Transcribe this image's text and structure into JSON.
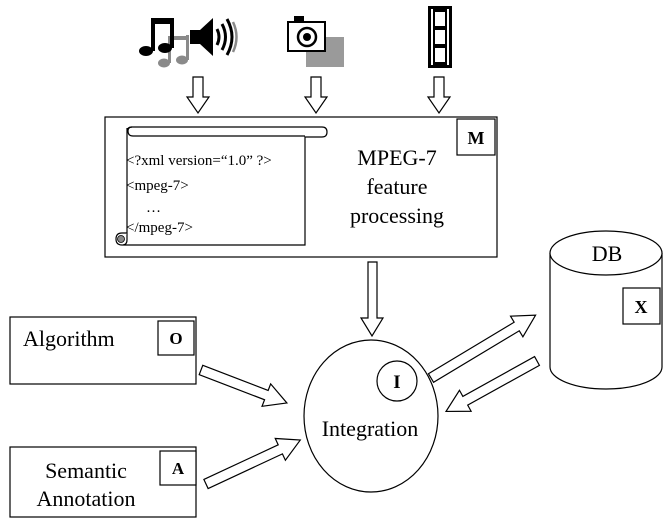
{
  "media_icons": [
    "music-audio-icon",
    "camera-icon",
    "film-strip-icon"
  ],
  "mpeg7_box": {
    "title_line1": "MPEG-7",
    "title_line2": "feature",
    "title_line3": "processing",
    "badge": "M",
    "scroll_lines": [
      "<?xml version=“1.0” ?>",
      "<mpeg-7>",
      "…",
      "</mpeg-7>"
    ]
  },
  "db": {
    "label": "DB",
    "badge": "X"
  },
  "algorithm": {
    "label": "Algorithm",
    "badge": "O"
  },
  "semantic": {
    "line1": "Semantic",
    "line2": "Annotation",
    "badge": "A"
  },
  "integration": {
    "label": "Integration",
    "badge": "I"
  }
}
